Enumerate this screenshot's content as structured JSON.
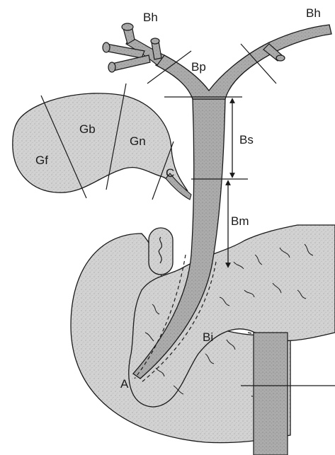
{
  "labels": {
    "bh_left": "Bh",
    "bh_right": "Bh",
    "bp": "Bp",
    "bs": "Bs",
    "bm": "Bm",
    "bi": "Bi",
    "gf": "Gf",
    "gb": "Gb",
    "gn": "Gn",
    "c": "C",
    "a": "A"
  },
  "colors": {
    "organ_fill": "#cfcfcf",
    "duct_fill": "#a9a9a9",
    "line": "#1a1a1a",
    "background": "#ffffff"
  }
}
